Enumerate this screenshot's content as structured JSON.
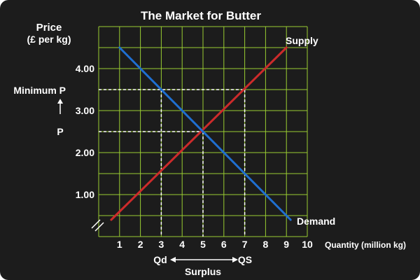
{
  "chart_data": {
    "type": "line",
    "title": "The Market for Butter",
    "ylabel_line1": "Price",
    "ylabel_line2": "(£ per kg)",
    "xlabel": "Quantity (million kg)",
    "xlim": [
      0,
      10
    ],
    "ylim": [
      0,
      5
    ],
    "grid": true,
    "x_ticks": [
      "1",
      "2",
      "3",
      "4",
      "5",
      "6",
      "7",
      "8",
      "9",
      "10"
    ],
    "y_ticks": [
      {
        "label": "1.00",
        "value": 1
      },
      {
        "label": "2.00",
        "value": 2
      },
      {
        "label": "3.00",
        "value": 3
      },
      {
        "label": "4.00",
        "value": 4
      }
    ],
    "series": [
      {
        "name": "Supply",
        "color": "#cc2b2b",
        "points": [
          [
            0.6,
            0.4
          ],
          [
            9,
            4.5
          ]
        ]
      },
      {
        "name": "Demand",
        "color": "#1f6fd1",
        "points": [
          [
            1,
            4.5
          ],
          [
            9.2,
            0.4
          ]
        ]
      }
    ],
    "guides": {
      "equilibrium": {
        "x": 5,
        "y": 2.5
      },
      "minimum_price": {
        "y": 3.5,
        "qd": 3,
        "qs": 7
      }
    },
    "annotations": {
      "minimum_p": "Minimum P",
      "p": "P",
      "qd": "Qd",
      "qs": "QS",
      "surplus": "Surplus"
    },
    "colors": {
      "background": "#1c1c1c",
      "grid": "#9acd32",
      "guide": "#ffffff"
    }
  }
}
